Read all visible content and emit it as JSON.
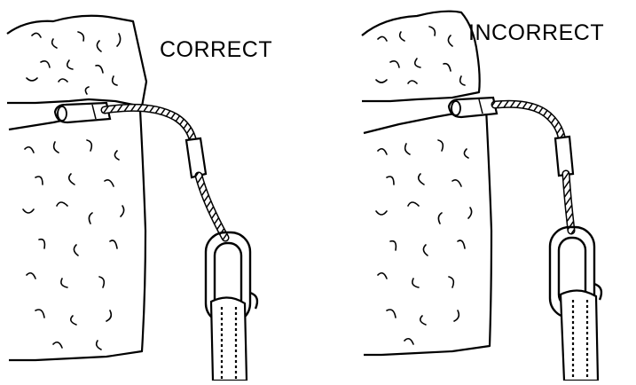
{
  "panels": [
    {
      "label": "CORRECT"
    },
    {
      "label": "INCORRECT"
    }
  ],
  "colors": {
    "ink": "#000000",
    "paper": "#ffffff"
  },
  "icons": {
    "rock": "rock-block-drawing",
    "nut": "wired-nut-drawing",
    "cable": "twisted-wire-cable-drawing",
    "carabiner": "carabiner-drawing",
    "sling": "sling-webbing-drawing"
  }
}
